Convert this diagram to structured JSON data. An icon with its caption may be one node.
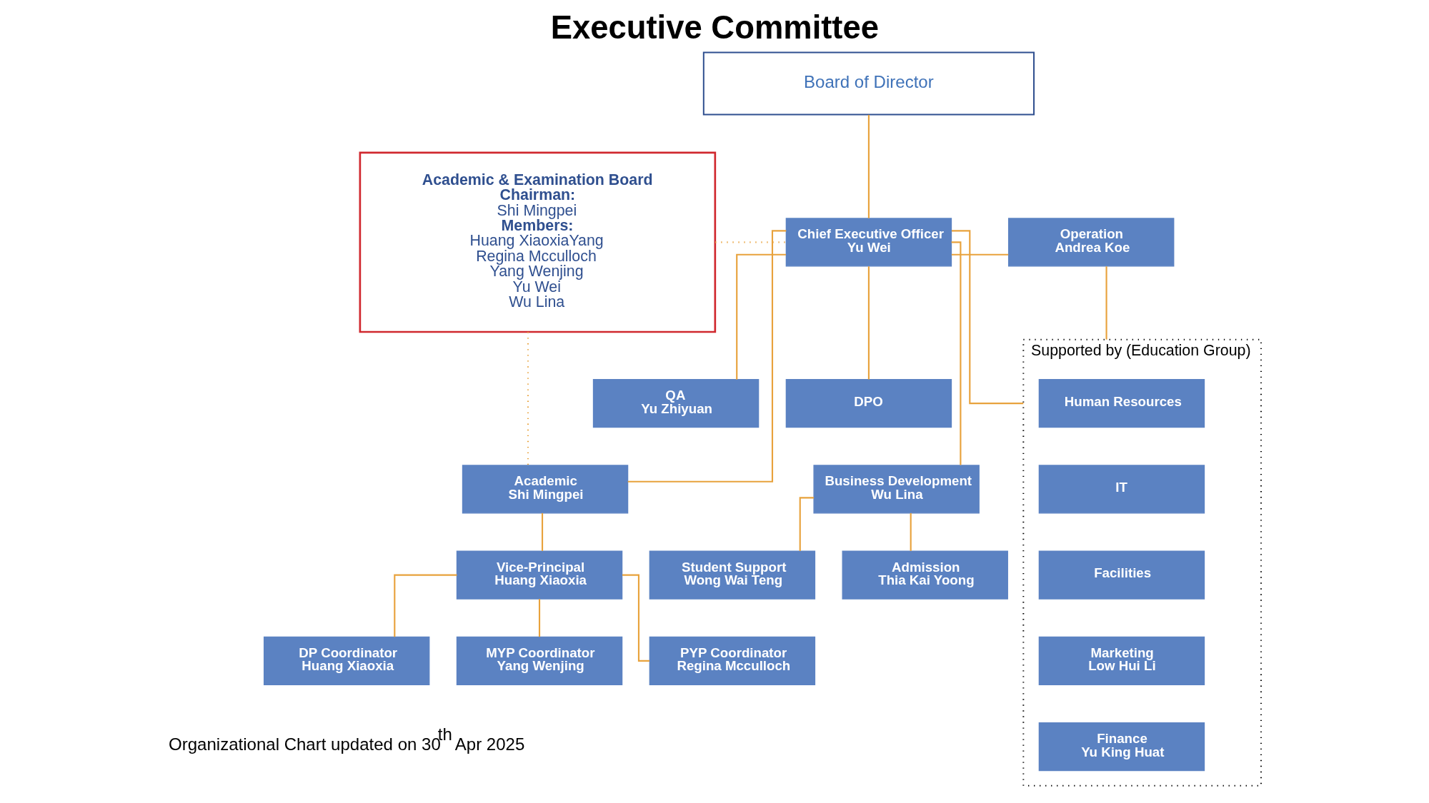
{
  "diagram": {
    "title": "Executive Committee",
    "nodes": [
      {
        "text": [
          "Board of Director"
        ]
      },
      {
        "text": [
          "Academic & Examination Board",
          "Chairman:",
          "Shi Mingpei",
          "Members:",
          "Huang XiaoxiaYang",
          "Regina Mcculloch",
          "Yang Wenjing",
          "Yu Wei",
          "Wu Lina"
        ]
      },
      {
        "text": [
          "Chief Executive Officer",
          "Yu Wei"
        ]
      },
      {
        "text": [
          "Operation",
          "Andrea Koe"
        ]
      },
      {
        "text": [
          "Supported by (Education Group)"
        ]
      },
      {
        "text": [
          "Human Resources"
        ],
        "in": 4
      },
      {
        "text": [
          "IT"
        ],
        "in": 4
      },
      {
        "text": [
          "Facilities"
        ],
        "in": 4
      },
      {
        "text": [
          "Marketing",
          "Low Hui Li"
        ],
        "in": 4
      },
      {
        "text": [
          "Finance",
          "Yu King Huat"
        ],
        "in": 4
      },
      {
        "text": [
          "QA",
          "Yu Zhiyuan"
        ]
      },
      {
        "text": [
          "DPO"
        ]
      },
      {
        "text": [
          "Academic",
          "Shi Mingpei"
        ]
      },
      {
        "text": [
          "Business Development",
          "Wu Lina"
        ]
      },
      {
        "text": [
          "Vice-Principal",
          "Huang Xiaoxia"
        ]
      },
      {
        "text": [
          "DP Coordinator",
          "Huang Xiaoxia"
        ]
      },
      {
        "text": [
          "MYP Coordinator",
          "Yang Wenjing"
        ]
      },
      {
        "text": [
          "PYP Coordinator",
          "Regina Mcculloch"
        ]
      },
      {
        "text": [
          "Admission",
          "Thia Kai Yoong"
        ]
      },
      {
        "text": [
          "Student Support",
          "Wong Wai Teng"
        ]
      }
    ],
    "edges": [
      {
        "from": 0,
        "to": 2,
        "arrow": "none"
      },
      {
        "from": 1,
        "to": 2,
        "arrow": "none",
        "style": "dashed"
      },
      {
        "from": 2,
        "to": 3,
        "arrow": "none"
      },
      {
        "from": 3,
        "to": 4,
        "arrow": "none"
      },
      {
        "from": 2,
        "to": 10,
        "arrow": "none"
      },
      {
        "from": 2,
        "to": 11,
        "arrow": "none"
      },
      {
        "from": 2,
        "to": 12,
        "arrow": "none"
      },
      {
        "from": 2,
        "to": 4,
        "arrow": "none"
      },
      {
        "from": 2,
        "to": 13,
        "arrow": "none"
      },
      {
        "from": 1,
        "to": 12,
        "arrow": "none",
        "style": "dashed"
      },
      {
        "from": 12,
        "to": 14,
        "arrow": "none"
      },
      {
        "from": 14,
        "to": 15,
        "arrow": "none"
      },
      {
        "from": 14,
        "to": 16,
        "arrow": "none"
      },
      {
        "from": 14,
        "to": 17,
        "arrow": "none"
      },
      {
        "from": 13,
        "to": 18,
        "arrow": "none"
      },
      {
        "from": 13,
        "to": 19,
        "arrow": "none"
      }
    ],
    "labels": [
      "Organizational Chart updated on 30$^{th}$ Apr 2025"
    ]
  }
}
